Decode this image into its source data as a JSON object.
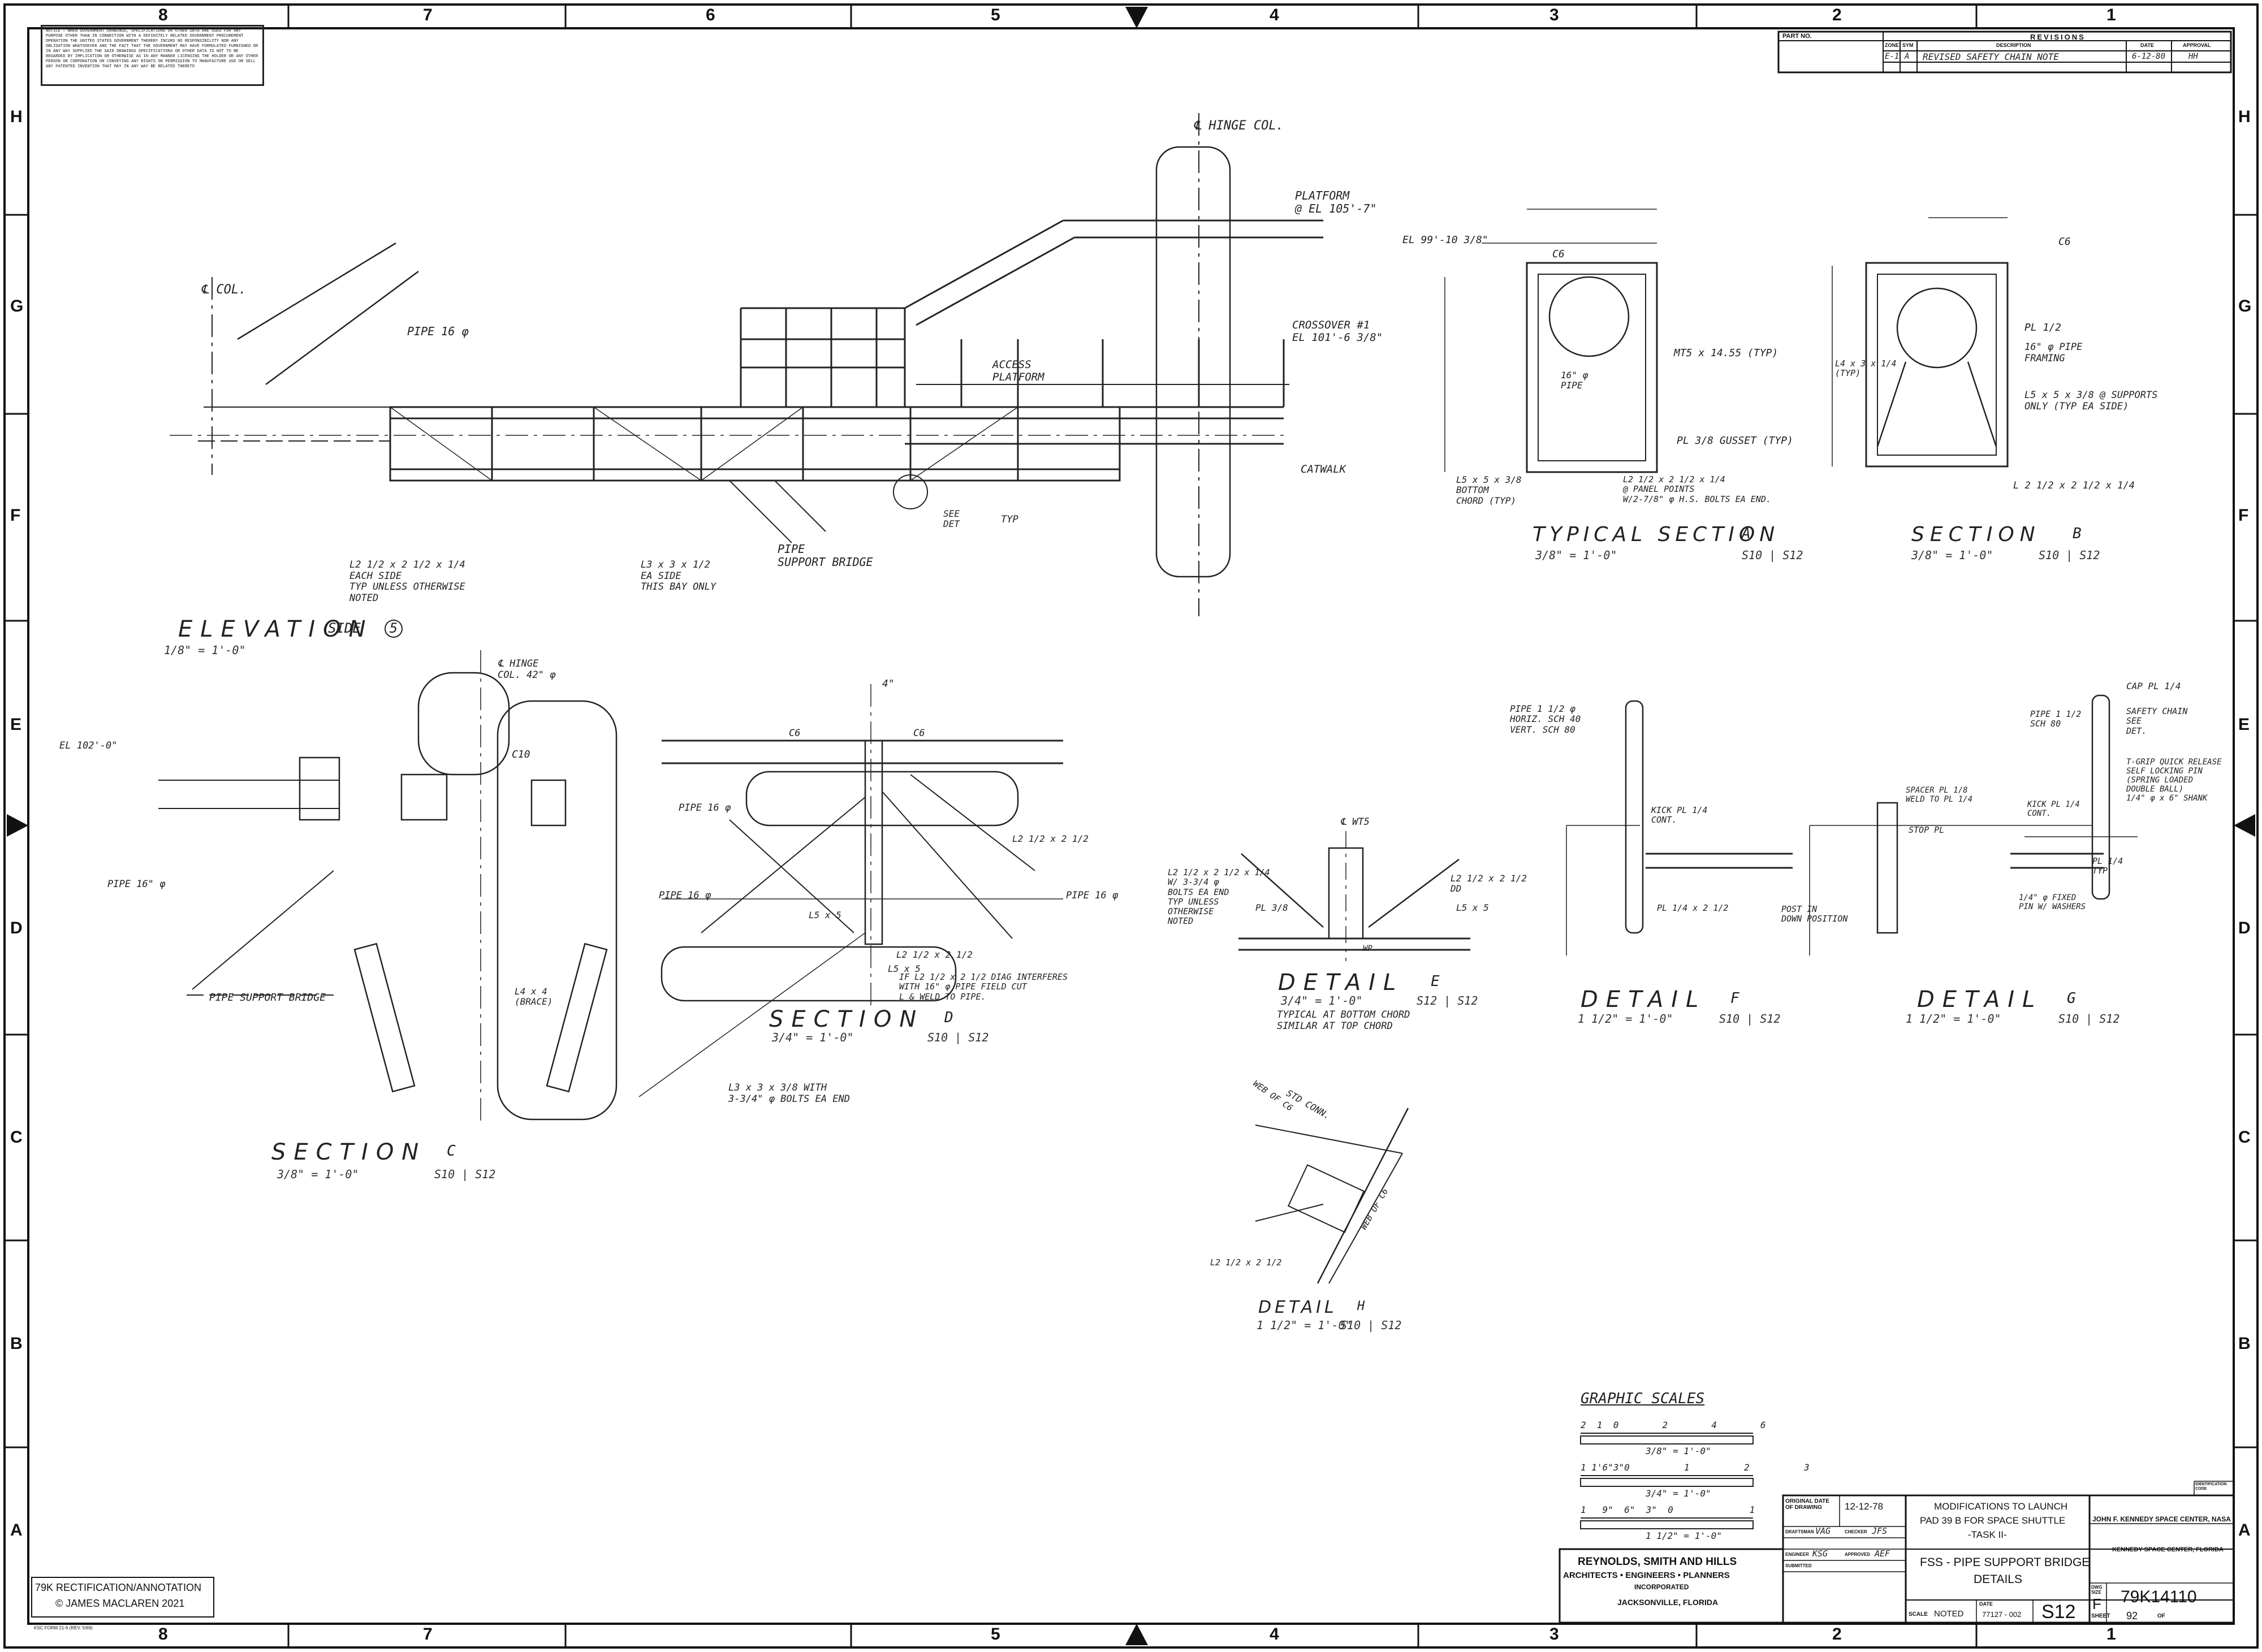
{
  "notice": "NOTICE — WHEN GOVERNMENT DRAWINGS, SPECIFICATIONS OR OTHER DATA ARE USED FOR ANY PURPOSE OTHER THAN IN CONNECTION WITH A DEFINITELY RELATED GOVERNMENT PROCUREMENT OPERATION THE UNITED STATES GOVERNMENT THEREBY INCURS NO RESPONSIBILITY NOR ANY OBLIGATION WHATSOEVER AND THE FACT THAT THE GOVERNMENT MAY HAVE FORMULATED FURNISHED OR IN ANY WAY SUPPLIED THE SAID DRAWINGS SPECIFICATIONS OR OTHER DATA IS NOT TO BE REGARDED BY IMPLICATION OR OTHERWISE AS IN ANY MANNER LICENSING THE HOLDER OR ANY OTHER PERSON OR CORPORATION OR CONVEYING ANY RIGHTS OR PERMISSION TO MANUFACTURE USE OR SELL ANY PATENTED INVENTION THAT MAY IN ANY WAY BE RELATED THERETO",
  "zones": {
    "columns": [
      "8",
      "7",
      "6",
      "5",
      "4",
      "3",
      "2",
      "1"
    ],
    "rows": [
      "H",
      "G",
      "F",
      "E",
      "D",
      "C",
      "B",
      "A"
    ]
  },
  "revisions": {
    "part_no_label": "PART NO.",
    "header": "REVISIONS",
    "col_zone": "ZONE",
    "col_sym": "SYM",
    "col_description": "DESCRIPTION",
    "col_date": "DATE",
    "col_approval": "APPROVAL",
    "row": {
      "zone": "E-1",
      "sym": "A",
      "description": "REVISED SAFETY CHAIN NOTE",
      "date": "6-12-80",
      "approval": "HH"
    }
  },
  "views": {
    "elevation": {
      "title": "ELEVATION",
      "subtitle": "SIDE",
      "side_no": "5",
      "scale": "1/8\" = 1'-0\""
    },
    "typical_section_a": {
      "title": "TYPICAL SECTION",
      "tag": "A",
      "scale": "3/8\" = 1'-0\"",
      "ref": "S10 | S12"
    },
    "section_b": {
      "title": "SECTION",
      "tag": "B",
      "scale": "3/8\" = 1'-0\"",
      "ref": "S10 | S12"
    },
    "section_c": {
      "title": "SECTION",
      "tag": "C",
      "scale": "3/8\" = 1'-0\"",
      "ref": "S10 | S12"
    },
    "section_d": {
      "title": "SECTION",
      "tag": "D",
      "scale": "3/4\" = 1'-0\"",
      "ref": "S10 | S12"
    },
    "detail_e": {
      "title": "DETAIL",
      "tag": "E",
      "scale": "3/4\" = 1'-0\"",
      "ref": "S12 | S12",
      "note": "TYPICAL AT BOTTOM CHORD\nSIMILAR AT TOP CHORD"
    },
    "detail_f": {
      "title": "DETAIL",
      "tag": "F",
      "scale": "1 1/2\" = 1'-0\"",
      "ref": "S10 | S12"
    },
    "detail_g": {
      "title": "DETAIL",
      "tag": "G",
      "scale": "1 1/2\" = 1'-0\"",
      "ref": "S10 | S12"
    },
    "detail_h": {
      "title": "DETAIL",
      "tag": "H",
      "scale": "1 1/2\" = 1'-0\"",
      "ref": "S10 | S12"
    }
  },
  "callouts": {
    "hinge_col": "℄ HINGE COL.",
    "col": "℄ COL.",
    "pipe_16": "PIPE 16 φ",
    "platform": "PLATFORM\n@ EL 105'-7\"",
    "access_platform": "ACCESS\nPLATFORM",
    "crossover": "CROSSOVER #1\nEL 101'-6 3/8\"",
    "catwalk": "CATWALK",
    "see_det_e": "SEE\nDET",
    "typ": "TYP",
    "pipe_support_bridge": "PIPE\nSUPPORT BRIDGE",
    "l2_note": "L2 1/2 x 2 1/2 x 1/4\nEACH SIDE\nTYP UNLESS OTHERWISE\nNOTED",
    "l3_note": "L3 x 3 x 1/2\nEA SIDE\nTHIS BAY ONLY",
    "el_99": "EL 99'-10 3/8\"",
    "c6": "C6",
    "pipe_16_a": "16\" φ\nPIPE",
    "mt5": "MT5 x 14.55 (TYP)",
    "pl_gusset": "PL 3/8 GUSSET (TYP)",
    "l5_bottom": "L5 x 5 x 3/8\nBOTTOM\nCHORD (TYP)",
    "l2_panel": "L2 1/2 x 2 1/2 x 1/4\n@ PANEL POINTS\nW/2-7/8\" φ H.S. BOLTS EA END.",
    "pl_half": "PL 1/2",
    "pipe_framing": "16\" φ PIPE\nFRAMING",
    "l5_supports": "L5 x 5 x 3/8 @ SUPPORTS\nONLY (TYP EA SIDE)",
    "l4_b": "L4 x 3 x 1/4\n(TYP)",
    "l2_b": "L 2 1/2 x 2 1/2 x 1/4",
    "el_102": "EL 102'-0\"",
    "c10": "C10",
    "hinge_col_42": "℄ HINGE\nCOL. 42\" φ",
    "pipe_16_c": "PIPE 16\" φ",
    "pipe_support_bridge_c": "PIPE SUPPORT BRIDGE",
    "l4_4": "L4 x 4\n(BRACE)",
    "pipe_16_d1": "PIPE 16 φ",
    "pipe_16_d2": "PIPE 16 φ",
    "l2_d": "L2 1/2 x 2 1/2",
    "l5_d": "L5 x 5",
    "diag_note": "IF L2 1/2 x 2 1/2 DIAG INTERFERES\nWITH 16\" φ PIPE FIELD CUT\nL & WELD TO PIPE.",
    "l3_bolts": "L3 x 3 x 3/8 WITH\n3-3/4\" φ BOLTS EA END",
    "dim_4": "4\"",
    "wt5": "℄ WT5",
    "l2_e_left": "L2 1/2 x 2 1/2 x 1/4\nW/ 3-3/4 φ\nBOLTS EA END\nTYP UNLESS\nOTHERWISE\nNOTED",
    "pl_e": "PL 3/8",
    "l2_e_right": "L2 1/2 x 2 1/2\nDD",
    "l5_e": "L5 x 5",
    "wp": "WP",
    "pipe_f": "PIPE 1 1/2 φ\nHORIZ. SCH 40\nVERT. SCH 80",
    "kick_pl": "KICK PL 1/4\nCONT.",
    "pl_f": "PL 1/4 x 2 1/2",
    "post_down": "POST IN\nDOWN POSITION",
    "cap_pl": "CAP PL 1/4",
    "pipe_g": "PIPE 1 1/2\nSCH 80",
    "safety_chain": "SAFETY CHAIN\nSEE\nDET.",
    "tgrip": "T-GRIP QUICK RELEASE\nSELF LOCKING PIN\n(SPRING LOADED\nDOUBLE BALL)\n1/4\" φ x 6\" SHANK",
    "spacer_pl": "SPACER PL 1/8\nWELD TO PL 1/4",
    "stop_pl": "STOP PL",
    "kick_pl_g": "KICK PL 1/4\nCONT.",
    "pl_g": "PL 1/4\nTYP",
    "fixed_pin": "1/4\" φ FIXED\nPIN W/ WASHERS",
    "std_conn": "STD CONN.",
    "web_c6_a": "WEB OF C6",
    "web_c6_b": "WEB OF C6",
    "l2_h": "L2 1/2 x 2 1/2"
  },
  "graphic_scales": {
    "title": "GRAPHIC SCALES",
    "s1_marks": "2  1  0        2        4        6",
    "s1_label": "3/8\" = 1'-0\"",
    "s2_marks": "1 1'6\"3\"0          1          2          3",
    "s2_label": "3/4\" = 1'-0\"",
    "s3_marks": "1   9\"  6\"  3\"  0              1",
    "s3_label": "1 1/2\" = 1'-0\""
  },
  "firm": {
    "name": "REYNOLDS, SMITH AND HILLS",
    "line2": "ARCHITECTS • ENGINEERS • PLANNERS",
    "line3": "INCORPORATED",
    "city": "JACKSONVILLE, FLORIDA"
  },
  "title_block": {
    "orig_date_label": "ORIGINAL DATE\nOF DRAWING",
    "orig_date": "12-12-78",
    "drafting_label": "DRAFTSMAN",
    "drafting": "VAG",
    "checker_label": "CHECKER",
    "checker": "JFS",
    "engineer_label": "ENGINEER",
    "engineer": "KSG",
    "approved_label": "APPROVED",
    "approved": "AEF",
    "submitted_label": "SUBMITTED",
    "project_line1": "MODIFICATIONS TO LAUNCH",
    "project_line2": "PAD 39 B  FOR SPACE SHUTTLE",
    "project_line3": "-TASK II-",
    "dwg_title1": "FSS - PIPE SUPPORT BRIDGE",
    "dwg_title2": "DETAILS",
    "agency1": "JOHN F. KENNEDY SPACE CENTER, NASA",
    "agency2": "KENNEDY SPACE CENTER, FLORIDA",
    "scale_label": "SCALE",
    "scale": "NOTED",
    "date_label": "DATE",
    "job_no": "77127 - 002",
    "sheet_id": "S12",
    "dwg_size_label": "DWG\nSIZE",
    "dwg_size": "F",
    "dwg_no": "79K14110",
    "sheet_label": "SHEET",
    "sheet": "92",
    "of_label": "OF",
    "code_label": "IDENTIFICATION\nCODE"
  },
  "annotation": {
    "line1": "79K RECTIFICATION/ANNOTATION",
    "line2": "© JAMES MACLAREN 2021"
  },
  "form_no": "KSC FORM 21-6 (REV. 5/69)"
}
